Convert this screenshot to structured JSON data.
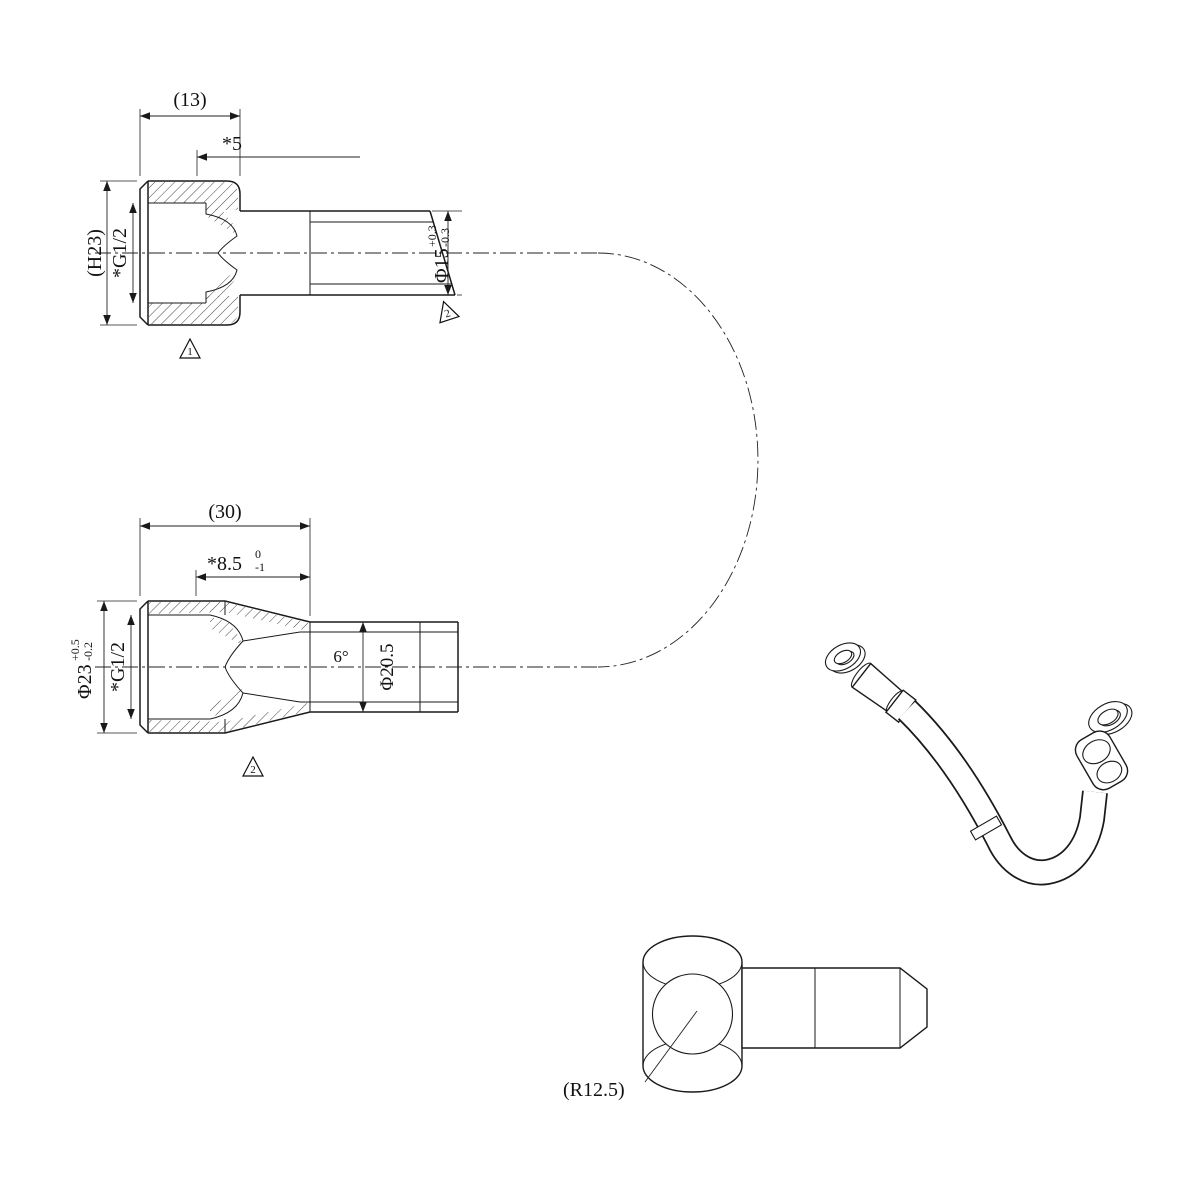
{
  "page": {
    "background": "#ffffff",
    "line_color": "#1a1a1a"
  },
  "views": {
    "top": {
      "dim_width": "(13)",
      "dim_thread_depth": "*5",
      "dim_height": "(H23)",
      "thread": "*G1/2",
      "dia": "Φ15",
      "dia_tol_up": "+0.3",
      "dia_tol_dn": "-0.3",
      "flag_body": "1",
      "flag_tube": "2"
    },
    "middle": {
      "dim_width": "(30)",
      "dim_depth": "*8.5",
      "dim_depth_tol_up": "0",
      "dim_depth_tol_dn": "-1",
      "dia_outer": "Φ23",
      "dia_outer_tol_up": "+0.5",
      "dia_outer_tol_dn": "-0.2",
      "thread": "*G1/2",
      "angle": "6°",
      "dia_tube": "Φ20.5",
      "flag_body": "2"
    },
    "bottom": {
      "radius": "(R12.5)"
    }
  }
}
